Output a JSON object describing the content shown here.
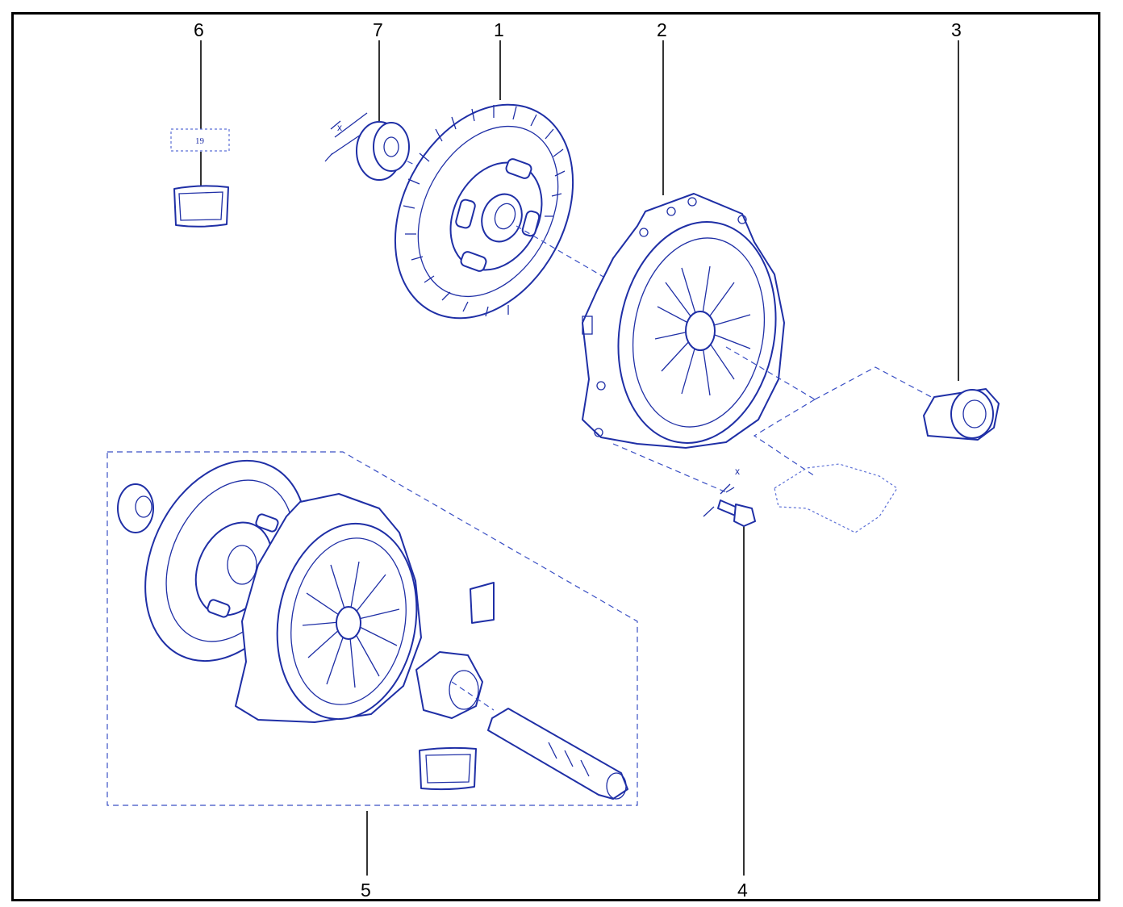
{
  "diagram": {
    "callouts": [
      {
        "id": "1",
        "label": "1"
      },
      {
        "id": "2",
        "label": "2"
      },
      {
        "id": "3",
        "label": "3"
      },
      {
        "id": "4",
        "label": "4"
      },
      {
        "id": "5",
        "label": "5"
      },
      {
        "id": "6",
        "label": "6"
      },
      {
        "id": "7",
        "label": "7"
      }
    ],
    "torque_label": "19",
    "dimension_marks": [
      "x",
      "x"
    ],
    "colors": {
      "line_art": "#1f2fa6",
      "callout_text": "#000000",
      "frame": "#000000",
      "background": "#ffffff"
    }
  }
}
